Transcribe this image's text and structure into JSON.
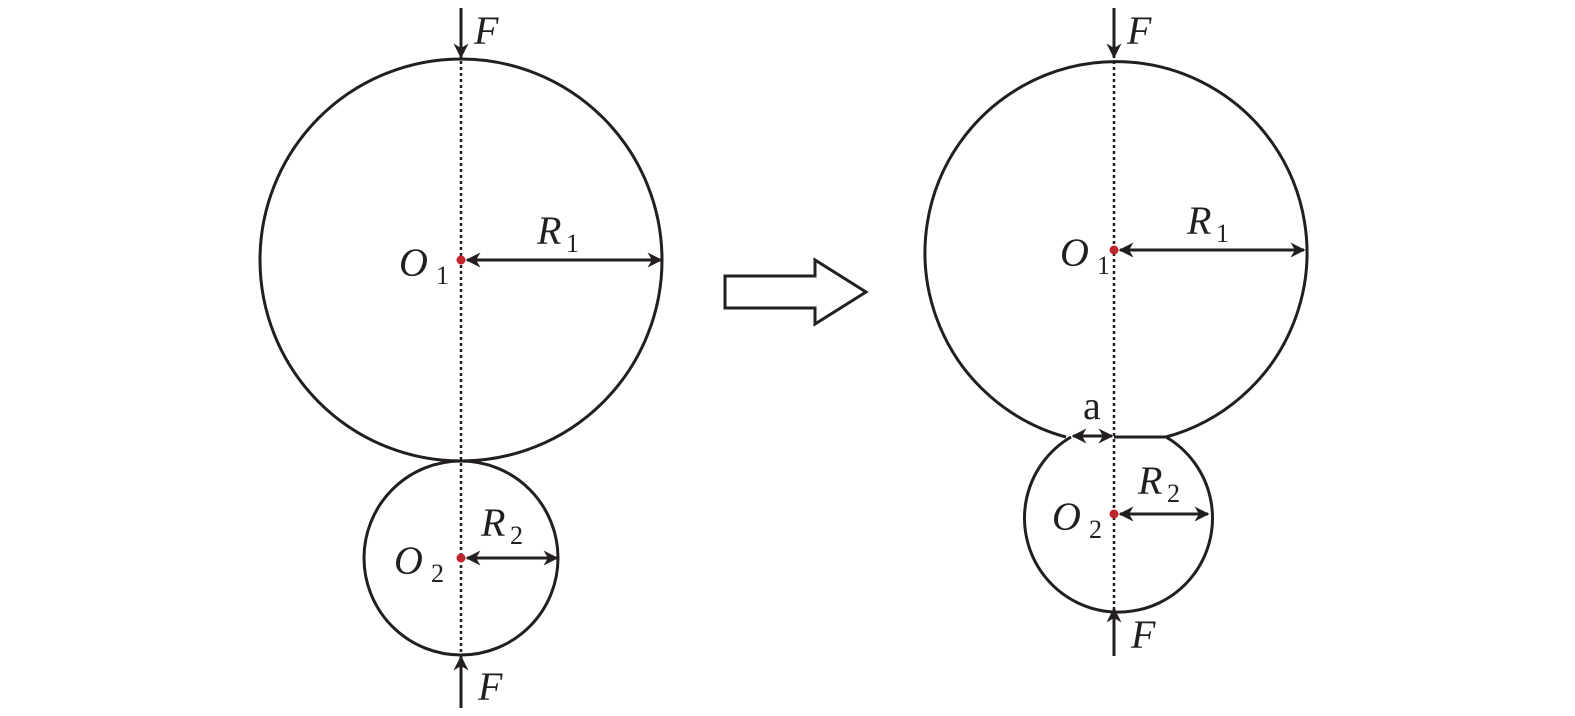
{
  "colors": {
    "line": "#231f20",
    "center_dot": "#c0272d"
  },
  "before": {
    "force_top": "F",
    "force_bottom": "F",
    "center1": "O",
    "center1_sub": "1",
    "radius1": "R",
    "radius1_sub": "1",
    "center2": "O",
    "center2_sub": "2",
    "radius2": "R",
    "radius2_sub": "2"
  },
  "after": {
    "force_top": "F",
    "force_bottom": "F",
    "center1": "O",
    "center1_sub": "1",
    "radius1": "R",
    "radius1_sub": "1",
    "center2": "O",
    "center2_sub": "2",
    "radius2": "R",
    "radius2_sub": "2",
    "contact_half_width": "a"
  },
  "transition_arrow": "hollow-right-arrow-icon"
}
